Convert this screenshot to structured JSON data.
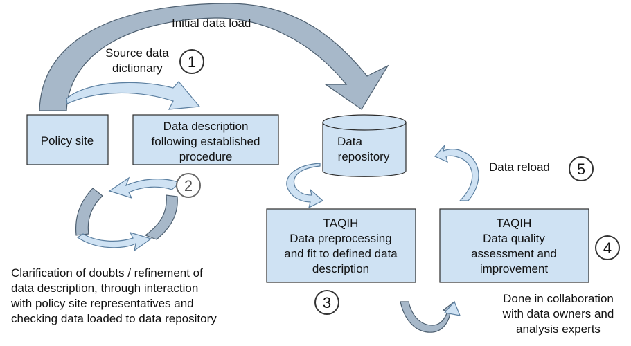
{
  "labels": {
    "initial_load": "Initial data load",
    "source_dict_1": "Source data",
    "source_dict_2": "dictionary",
    "data_reload": "Data reload"
  },
  "boxes": {
    "policy_site": "Policy site",
    "data_description": [
      "Data description",
      "following established",
      "procedure"
    ],
    "repository": [
      "Data",
      "repository"
    ],
    "taqih_preprocess": [
      "TAQIH",
      "Data preprocessing",
      "and fit to defined data",
      "description"
    ],
    "taqih_quality": [
      "TAQIH",
      "Data quality",
      "assessment and",
      "improvement"
    ]
  },
  "notes": {
    "clarification": [
      "Clarification of doubts / refinement of",
      "data description, through interaction",
      "with policy site representatives and",
      "checking data loaded to data repository"
    ],
    "collaboration": [
      "Done in collaboration",
      "with data owners and",
      "analysis experts"
    ]
  },
  "step_numbers": [
    "1",
    "2",
    "3",
    "4",
    "5"
  ]
}
